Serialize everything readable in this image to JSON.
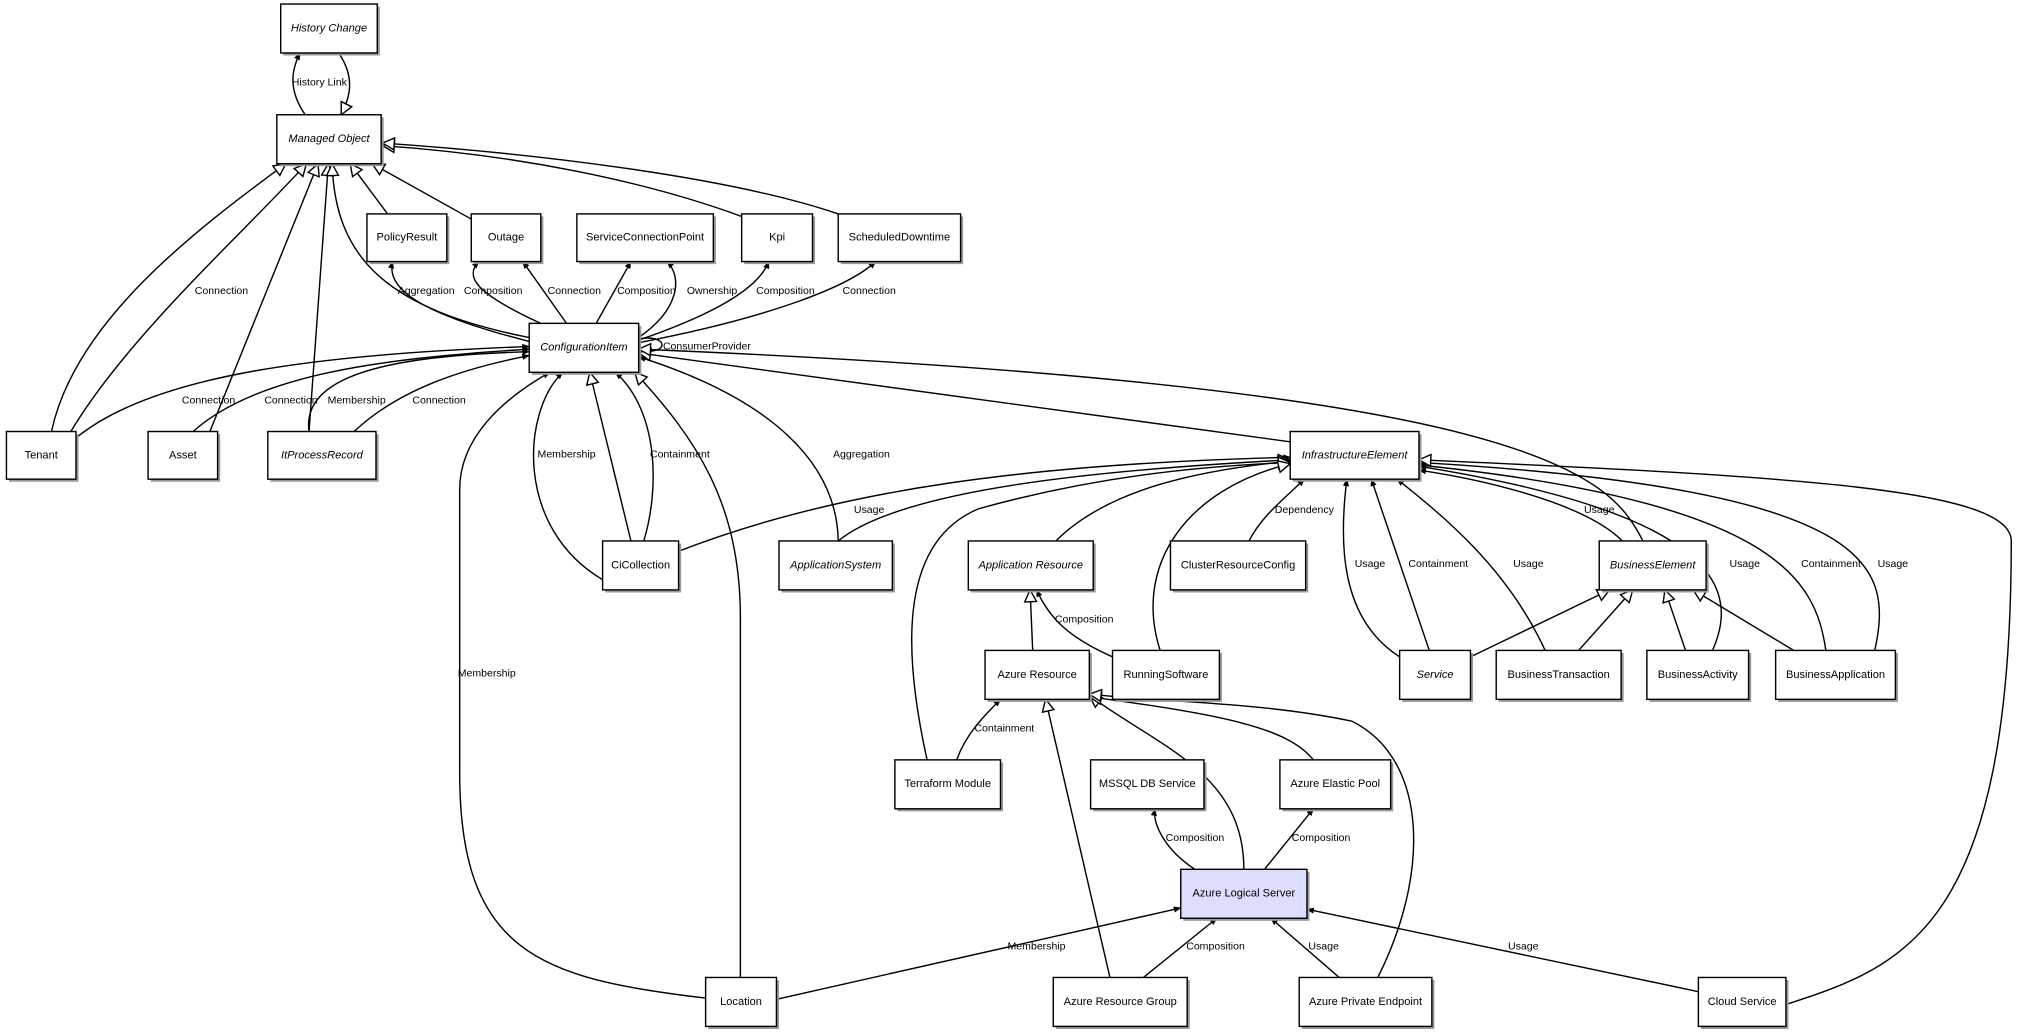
{
  "highlight_color": "#ddddfe",
  "nodes": [
    {
      "name": "History Change",
      "abstract": true
    },
    {
      "name": "Managed Object",
      "abstract": true
    },
    {
      "name": "PolicyResult",
      "abstract": false
    },
    {
      "name": "Outage",
      "abstract": false
    },
    {
      "name": "ServiceConnectionPoint",
      "abstract": false
    },
    {
      "name": "Kpi",
      "abstract": false
    },
    {
      "name": "ScheduledDowntime",
      "abstract": false
    },
    {
      "name": "ConfigurationItem",
      "abstract": true
    },
    {
      "name": "Tenant",
      "abstract": false
    },
    {
      "name": "Asset",
      "abstract": false
    },
    {
      "name": "ItProcessRecord",
      "abstract": true
    },
    {
      "name": "InfrastructureElement",
      "abstract": true
    },
    {
      "name": "CiCollection",
      "abstract": false
    },
    {
      "name": "ApplicationSystem",
      "abstract": true
    },
    {
      "name": "Application Resource",
      "abstract": true
    },
    {
      "name": "ClusterResourceConfig",
      "abstract": false
    },
    {
      "name": "BusinessElement",
      "abstract": true
    },
    {
      "name": "Azure Resource",
      "abstract": false
    },
    {
      "name": "RunningSoftware",
      "abstract": false
    },
    {
      "name": "Service",
      "abstract": true
    },
    {
      "name": "BusinessTransaction",
      "abstract": false
    },
    {
      "name": "BusinessActivity",
      "abstract": false
    },
    {
      "name": "BusinessApplication",
      "abstract": false
    },
    {
      "name": "Terraform Module",
      "abstract": false
    },
    {
      "name": "MSSQL DB Service",
      "abstract": false
    },
    {
      "name": "Azure Elastic Pool",
      "abstract": false
    },
    {
      "name": "Azure Logical Server",
      "abstract": false,
      "highlighted": true
    },
    {
      "name": "Location",
      "abstract": false
    },
    {
      "name": "Azure Resource Group",
      "abstract": false
    },
    {
      "name": "Azure Private Endpoint",
      "abstract": false
    },
    {
      "name": "Cloud Service",
      "abstract": false
    }
  ],
  "edges": [
    {
      "from": "Managed Object",
      "to": "History Change",
      "arrow": "association",
      "label": "History Link"
    },
    {
      "from": "History Change",
      "to": "Managed Object",
      "arrow": "generalization",
      "label": ""
    },
    {
      "from": "PolicyResult",
      "to": "Managed Object",
      "arrow": "generalization",
      "label": ""
    },
    {
      "from": "Outage",
      "to": "Managed Object",
      "arrow": "generalization",
      "label": ""
    },
    {
      "from": "Kpi",
      "to": "Managed Object",
      "arrow": "generalization",
      "label": ""
    },
    {
      "from": "ScheduledDowntime",
      "to": "Managed Object",
      "arrow": "generalization",
      "label": ""
    },
    {
      "from": "Tenant",
      "to": "Managed Object",
      "arrow": "generalization",
      "label": ""
    },
    {
      "from": "Tenant",
      "to": "Managed Object",
      "arrow": "generalization",
      "label": "Connection"
    },
    {
      "from": "Asset",
      "to": "Managed Object",
      "arrow": "generalization",
      "label": ""
    },
    {
      "from": "ItProcessRecord",
      "to": "Managed Object",
      "arrow": "generalization",
      "label": ""
    },
    {
      "from": "ConfigurationItem",
      "to": "Managed Object",
      "arrow": "generalization",
      "label": ""
    },
    {
      "from": "ConfigurationItem",
      "to": "PolicyResult",
      "arrow": "association",
      "label": "Aggregation"
    },
    {
      "from": "ConfigurationItem",
      "to": "Outage",
      "arrow": "association",
      "label": "Composition"
    },
    {
      "from": "ConfigurationItem",
      "to": "Outage",
      "arrow": "association",
      "label": "Connection"
    },
    {
      "from": "ConfigurationItem",
      "to": "ServiceConnectionPoint",
      "arrow": "association",
      "label": "Composition"
    },
    {
      "from": "ConfigurationItem",
      "to": "ServiceConnectionPoint",
      "arrow": "association",
      "label": "Ownership"
    },
    {
      "from": "ConfigurationItem",
      "to": "Kpi",
      "arrow": "association",
      "label": "Composition"
    },
    {
      "from": "ConfigurationItem",
      "to": "ScheduledDowntime",
      "arrow": "association",
      "label": "Connection"
    },
    {
      "from": "ConfigurationItem",
      "to": "ConfigurationItem",
      "arrow": "association",
      "label": "ConsumerProvider"
    },
    {
      "from": "Tenant",
      "to": "ConfigurationItem",
      "arrow": "association",
      "label": "Connection"
    },
    {
      "from": "Asset",
      "to": "ConfigurationItem",
      "arrow": "association",
      "label": "Connection"
    },
    {
      "from": "ItProcessRecord",
      "to": "ConfigurationItem",
      "arrow": "association",
      "label": "Membership"
    },
    {
      "from": "ItProcessRecord",
      "to": "ConfigurationItem",
      "arrow": "association",
      "label": "Connection"
    },
    {
      "from": "CiCollection",
      "to": "ConfigurationItem",
      "arrow": "association",
      "label": "Membership"
    },
    {
      "from": "CiCollection",
      "to": "ConfigurationItem",
      "arrow": "generalization",
      "label": ""
    },
    {
      "from": "CiCollection",
      "to": "ConfigurationItem",
      "arrow": "association",
      "label": "Containment"
    },
    {
      "from": "Location",
      "to": "ConfigurationItem",
      "arrow": "association",
      "label": "Membership"
    },
    {
      "from": "Location",
      "to": "ConfigurationItem",
      "arrow": "generalization",
      "label": ""
    },
    {
      "from": "ApplicationSystem",
      "to": "ConfigurationItem",
      "arrow": "association",
      "label": "Aggregation"
    },
    {
      "from": "InfrastructureElement",
      "to": "ConfigurationItem",
      "arrow": "generalization",
      "label": ""
    },
    {
      "from": "BusinessElement",
      "to": "ConfigurationItem",
      "arrow": "generalization",
      "label": ""
    },
    {
      "from": "CiCollection",
      "to": "InfrastructureElement",
      "arrow": "association",
      "label": "Usage"
    },
    {
      "from": "ApplicationSystem",
      "to": "InfrastructureElement",
      "arrow": "generalization",
      "label": ""
    },
    {
      "from": "Application Resource",
      "to": "InfrastructureElement",
      "arrow": "generalization",
      "label": ""
    },
    {
      "from": "Terraform Module",
      "to": "InfrastructureElement",
      "arrow": "generalization",
      "label": ""
    },
    {
      "from": "RunningSoftware",
      "to": "InfrastructureElement",
      "arrow": "generalization",
      "label": ""
    },
    {
      "from": "ClusterResourceConfig",
      "to": "InfrastructureElement",
      "arrow": "association",
      "label": "Dependency"
    },
    {
      "from": "Service",
      "to": "InfrastructureElement",
      "arrow": "association",
      "label": "Usage"
    },
    {
      "from": "Service",
      "to": "InfrastructureElement",
      "arrow": "association",
      "label": "Containment"
    },
    {
      "from": "BusinessTransaction",
      "to": "InfrastructureElement",
      "arrow": "association",
      "label": "Usage"
    },
    {
      "from": "BusinessElement",
      "to": "InfrastructureElement",
      "arrow": "association",
      "label": "Usage"
    },
    {
      "from": "BusinessActivity",
      "to": "InfrastructureElement",
      "arrow": "association",
      "label": "Usage"
    },
    {
      "from": "BusinessApplication",
      "to": "InfrastructureElement",
      "arrow": "association",
      "label": "Containment"
    },
    {
      "from": "BusinessApplication",
      "to": "InfrastructureElement",
      "arrow": "association",
      "label": "Usage"
    },
    {
      "from": "Cloud Service",
      "to": "InfrastructureElement",
      "arrow": "generalization",
      "label": ""
    },
    {
      "from": "Service",
      "to": "BusinessElement",
      "arrow": "generalization",
      "label": ""
    },
    {
      "from": "BusinessTransaction",
      "to": "BusinessElement",
      "arrow": "generalization",
      "label": ""
    },
    {
      "from": "BusinessActivity",
      "to": "BusinessElement",
      "arrow": "generalization",
      "label": ""
    },
    {
      "from": "BusinessApplication",
      "to": "BusinessElement",
      "arrow": "generalization",
      "label": ""
    },
    {
      "from": "Azure Resource",
      "to": "Application Resource",
      "arrow": "generalization",
      "label": ""
    },
    {
      "from": "RunningSoftware",
      "to": "Application Resource",
      "arrow": "association",
      "label": "Composition"
    },
    {
      "from": "Terraform Module",
      "to": "Azure Resource",
      "arrow": "association",
      "label": "Containment"
    },
    {
      "from": "Azure Resource Group",
      "to": "Azure Resource",
      "arrow": "generalization",
      "label": ""
    },
    {
      "from": "Azure Logical Server",
      "to": "Azure Resource",
      "arrow": "generalization",
      "label": ""
    },
    {
      "from": "Azure Elastic Pool",
      "to": "Azure Resource",
      "arrow": "generalization",
      "label": ""
    },
    {
      "from": "Azure Private Endpoint",
      "to": "Azure Resource",
      "arrow": "generalization",
      "label": ""
    },
    {
      "from": "Azure Logical Server",
      "to": "MSSQL DB Service",
      "arrow": "association",
      "label": "Composition"
    },
    {
      "from": "Azure Logical Server",
      "to": "Azure Elastic Pool",
      "arrow": "association",
      "label": "Composition"
    },
    {
      "from": "Location",
      "to": "Azure Logical Server",
      "arrow": "association",
      "label": "Membership"
    },
    {
      "from": "Azure Resource Group",
      "to": "Azure Logical Server",
      "arrow": "association",
      "label": "Composition"
    },
    {
      "from": "Azure Private Endpoint",
      "to": "Azure Logical Server",
      "arrow": "association",
      "label": "Usage"
    },
    {
      "from": "Cloud Service",
      "to": "Azure Logical Server",
      "arrow": "association",
      "label": "Usage"
    }
  ]
}
